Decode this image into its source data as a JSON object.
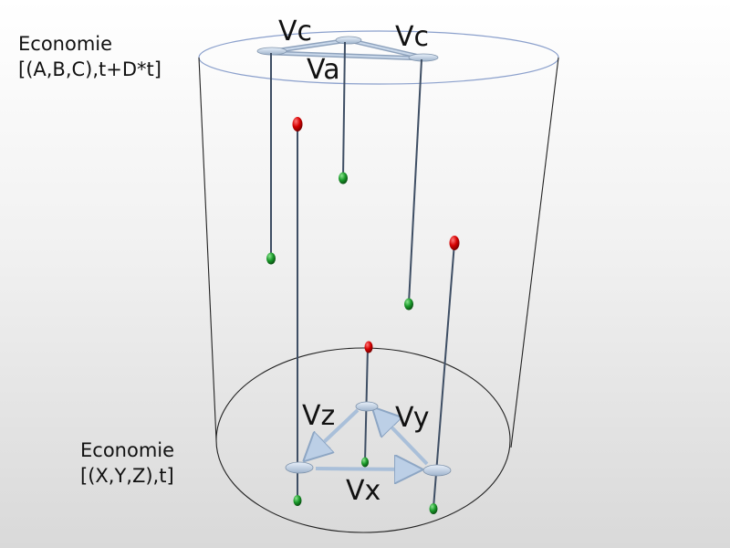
{
  "top_economy": {
    "title": "Economie",
    "state": "[(A,B,C),t+D*t]"
  },
  "bottom_economy": {
    "title": "Economie",
    "state": "[(X,Y,Z),t]"
  },
  "top_labels": {
    "vc_left": "Vc",
    "vc_right": "Vc",
    "va": "Va"
  },
  "bottom_labels": {
    "vx": "Vx",
    "vy": "Vy",
    "vz": "Vz"
  },
  "colors": {
    "red_marker": "#d60000",
    "green_marker": "#1a9a2a",
    "rod": "#3e4e64",
    "disc": "#c9d8ea",
    "arrow": "#bccfe6",
    "cylinder_outline": "#222222",
    "top_ellipse": "#8ba0cc"
  }
}
